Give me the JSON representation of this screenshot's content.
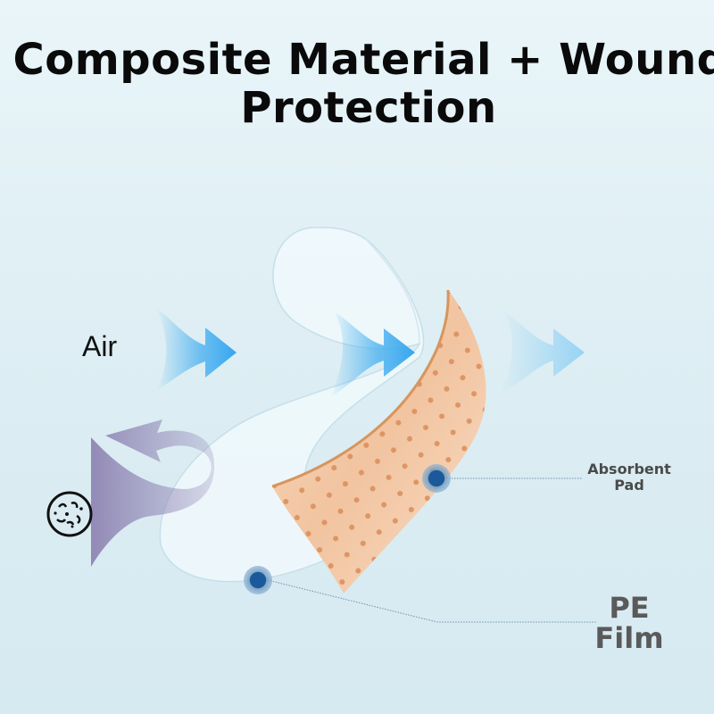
{
  "title": {
    "line1": "Composite Material + Wound",
    "line2": "Protection"
  },
  "labels": {
    "air": "Air",
    "absorbent_pad": "Absorbent Pad",
    "pe_film": "PE Film"
  },
  "icons": {
    "bacteria": "bacteria-icon",
    "air_arrow": "arrow-right-icon",
    "blocked_arrow": "curved-arrow-icon"
  },
  "colors": {
    "background": "#dcedf3",
    "air_arrow": "#4fb3f0",
    "blocked_arrow": "#8b7fb0",
    "pad": "#f3c9a6",
    "pad_dots": "#d98c58",
    "marker": "#1a5a9a",
    "title": "#0a0a0a"
  }
}
